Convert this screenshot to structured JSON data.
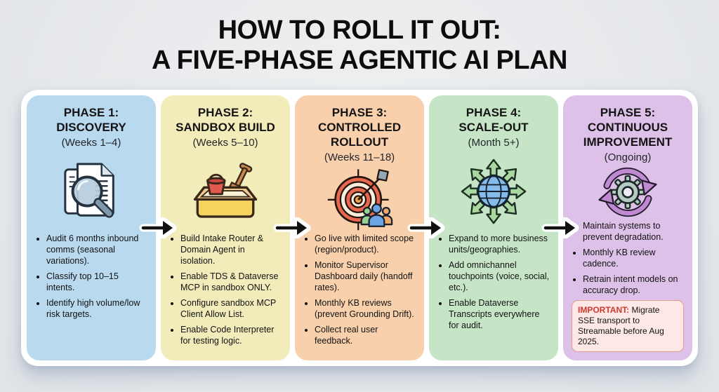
{
  "title": {
    "line1": "HOW TO ROLL IT OUT:",
    "line2": "A FIVE-PHASE AGENTIC AI PLAN"
  },
  "arrow_color": "#111111",
  "board_bg": "#ffffff",
  "phases": [
    {
      "name": "PHASE 1:",
      "label": "DISCOVERY",
      "subtitle": "(Weeks 1–4)",
      "icon": "documents-magnifier-icon",
      "color": "#b8d9ee",
      "bullets": [
        "Audit 6 months inbound comms (seasonal variations).",
        "Classify top 10–15 intents.",
        "Identify high volume/low risk targets."
      ]
    },
    {
      "name": "PHASE 2:",
      "label": "SANDBOX BUILD",
      "subtitle": "(Weeks 5–10)",
      "icon": "sandbox-icon",
      "color": "#f2ecba",
      "bullets": [
        "Build Intake Router & Domain Agent in isolation.",
        "Enable TDS & Dataverse MCP in sandbox ONLY.",
        "Configure sandbox MCP Client Allow List.",
        "Enable Code Interpreter for testing logic."
      ]
    },
    {
      "name": "PHASE 3:",
      "label": "CONTROLLED ROLLOUT",
      "subtitle": "(Weeks 11–18)",
      "icon": "target-audience-icon",
      "color": "#f8d0ab",
      "bullets": [
        "Go live with limited scope (region/product).",
        "Monitor Supervisor Dashboard daily (handoff rates).",
        "Monthly KB reviews (prevent Grounding Drift).",
        "Collect real user feedback."
      ]
    },
    {
      "name": "PHASE 4:",
      "label": "SCALE-OUT",
      "subtitle": "(Month 5+)",
      "icon": "globe-expand-icon",
      "color": "#c6e5c7",
      "bullets": [
        "Expand to more business units/geographies.",
        "Add omnichannel touchpoints (voice, social, etc.).",
        "Enable Dataverse Transcripts everywhere for audit."
      ]
    },
    {
      "name": "PHASE 5:",
      "label": "CONTINUOUS IMPROVEMENT",
      "subtitle": "(Ongoing)",
      "icon": "gear-cycle-icon",
      "color": "#ddc1e8",
      "bullets": [
        "Maintain systems to prevent degradation.",
        "Monthly KB review cadence.",
        "Retrain intent models on accuracy drop."
      ],
      "note": {
        "label": "IMPORTANT:",
        "text": " Migrate SSE transport to Streamable before Aug 2025.",
        "bg": "#fde8e5",
        "border": "#e39a94",
        "label_color": "#d2372b"
      }
    }
  ]
}
